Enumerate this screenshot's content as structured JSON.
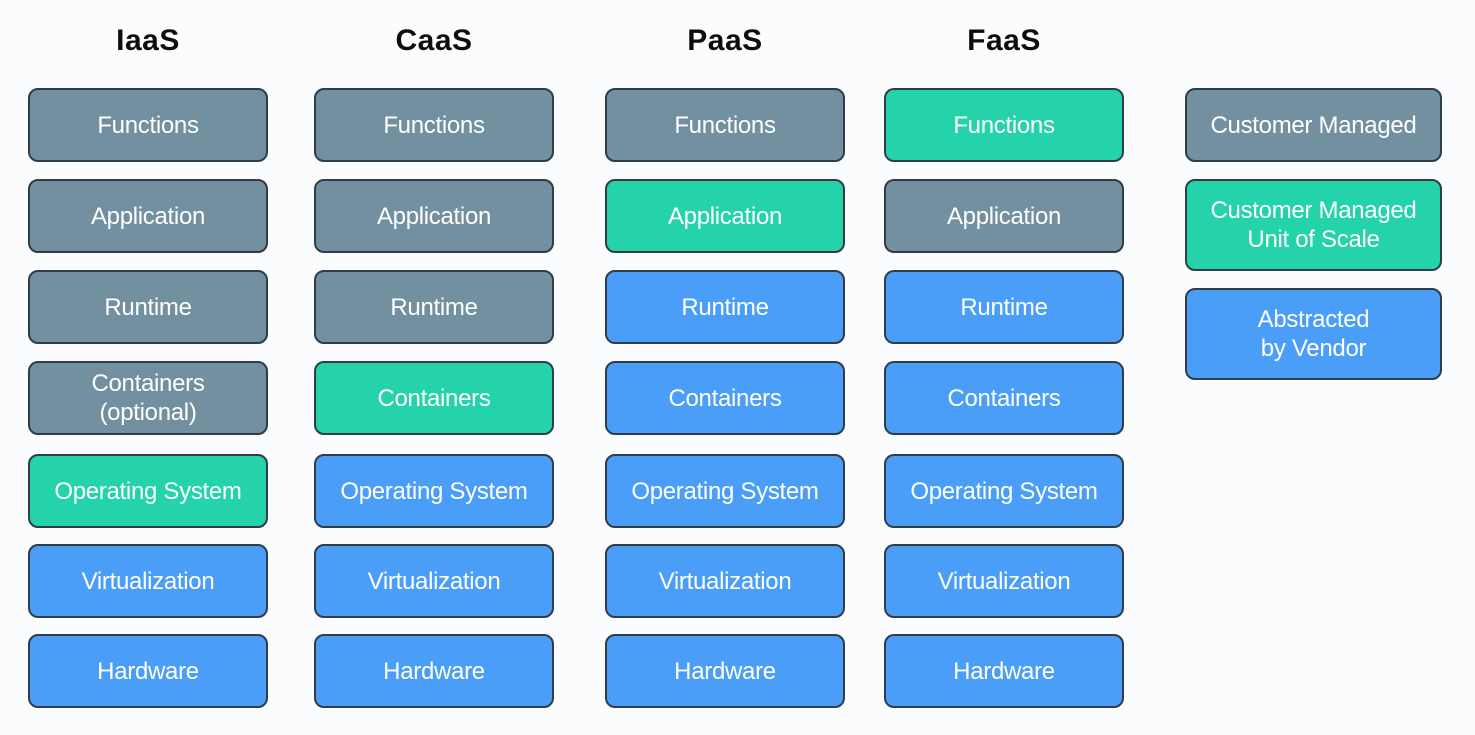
{
  "columns": [
    {
      "title": "IaaS",
      "layers": [
        {
          "label": "Functions",
          "type": "customer"
        },
        {
          "label": "Application",
          "type": "customer"
        },
        {
          "label": "Runtime",
          "type": "customer"
        },
        {
          "label": "Containers\n(optional)",
          "type": "customer"
        },
        {
          "label": "Operating System",
          "type": "unit"
        },
        {
          "label": "Virtualization",
          "type": "vendor"
        },
        {
          "label": "Hardware",
          "type": "vendor"
        }
      ]
    },
    {
      "title": "CaaS",
      "layers": [
        {
          "label": "Functions",
          "type": "customer"
        },
        {
          "label": "Application",
          "type": "customer"
        },
        {
          "label": "Runtime",
          "type": "customer"
        },
        {
          "label": "Containers",
          "type": "unit"
        },
        {
          "label": "Operating System",
          "type": "vendor"
        },
        {
          "label": "Virtualization",
          "type": "vendor"
        },
        {
          "label": "Hardware",
          "type": "vendor"
        }
      ]
    },
    {
      "title": "PaaS",
      "layers": [
        {
          "label": "Functions",
          "type": "customer"
        },
        {
          "label": "Application",
          "type": "unit"
        },
        {
          "label": "Runtime",
          "type": "vendor"
        },
        {
          "label": "Containers",
          "type": "vendor"
        },
        {
          "label": "Operating System",
          "type": "vendor"
        },
        {
          "label": "Virtualization",
          "type": "vendor"
        },
        {
          "label": "Hardware",
          "type": "vendor"
        }
      ]
    },
    {
      "title": "FaaS",
      "layers": [
        {
          "label": "Functions",
          "type": "unit"
        },
        {
          "label": "Application",
          "type": "customer"
        },
        {
          "label": "Runtime",
          "type": "vendor"
        },
        {
          "label": "Containers",
          "type": "vendor"
        },
        {
          "label": "Operating System",
          "type": "vendor"
        },
        {
          "label": "Virtualization",
          "type": "vendor"
        },
        {
          "label": "Hardware",
          "type": "vendor"
        }
      ]
    }
  ],
  "legend": [
    {
      "label": "Customer Managed",
      "type": "customer"
    },
    {
      "label": "Customer Managed\nUnit of Scale",
      "type": "unit"
    },
    {
      "label": "Abstracted\nby Vendor",
      "type": "vendor"
    }
  ],
  "colors": {
    "customer": "#72909f",
    "unit": "#24d3aa",
    "vendor": "#4a9ef8",
    "border": "#2f3d4a"
  }
}
